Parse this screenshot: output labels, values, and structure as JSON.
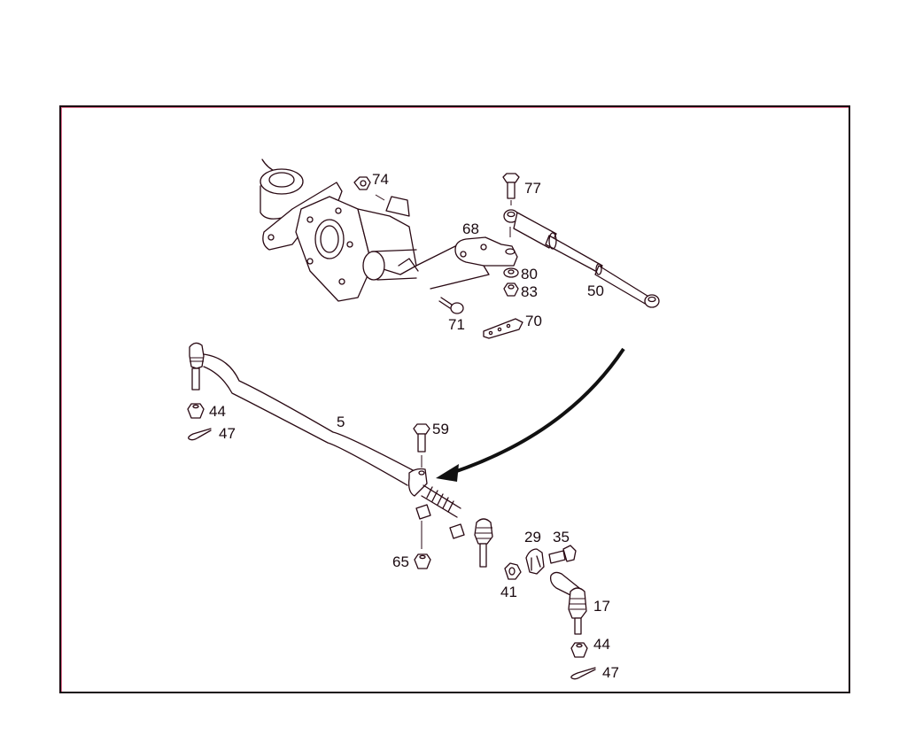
{
  "diagram": {
    "type": "exploded-parts-view",
    "subject": "steering linkage / tie rod assembly",
    "frame": {
      "border_color": "#1a0a10",
      "line_color": "#2a0a14"
    },
    "callouts": [
      {
        "id": "74",
        "label": "74",
        "part": "nut"
      },
      {
        "id": "77",
        "label": "77",
        "part": "bolt"
      },
      {
        "id": "68",
        "label": "68",
        "part": "bracket"
      },
      {
        "id": "80",
        "label": "80",
        "part": "washer"
      },
      {
        "id": "83",
        "label": "83",
        "part": "nut"
      },
      {
        "id": "50",
        "label": "50",
        "part": "steering damper"
      },
      {
        "id": "71",
        "label": "71",
        "part": "bolt"
      },
      {
        "id": "70",
        "label": "70",
        "part": "plate"
      },
      {
        "id": "44a",
        "label": "44",
        "part": "castle nut"
      },
      {
        "id": "47a",
        "label": "47",
        "part": "cotter pin"
      },
      {
        "id": "5",
        "label": "5",
        "part": "tie rod"
      },
      {
        "id": "59",
        "label": "59",
        "part": "bolt"
      },
      {
        "id": "65",
        "label": "65",
        "part": "nut"
      },
      {
        "id": "29",
        "label": "29",
        "part": "clamp"
      },
      {
        "id": "35",
        "label": "35",
        "part": "bolt"
      },
      {
        "id": "41",
        "label": "41",
        "part": "nut"
      },
      {
        "id": "17",
        "label": "17",
        "part": "tie rod end"
      },
      {
        "id": "44b",
        "label": "44",
        "part": "castle nut"
      },
      {
        "id": "47b",
        "label": "47",
        "part": "cotter pin"
      }
    ]
  }
}
